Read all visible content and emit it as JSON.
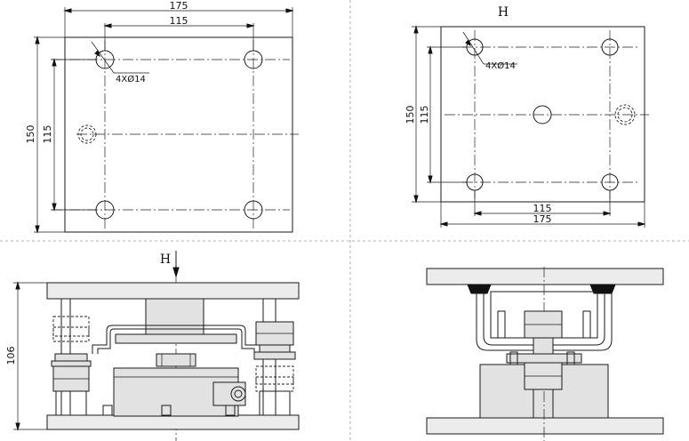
{
  "top_left_view": {
    "dim_width_outer": "175",
    "dim_width_holes": "115",
    "dim_height_outer": "150",
    "dim_height_holes": "115",
    "hole_callout": "4XØ14"
  },
  "top_right_view": {
    "title": "H",
    "dim_width_outer": "175",
    "dim_width_holes": "115",
    "dim_height_outer": "150",
    "dim_height_holes": "115",
    "hole_callout": "4XØ14"
  },
  "front_view": {
    "load_label": "H",
    "dim_height": "106"
  },
  "side_view": {}
}
